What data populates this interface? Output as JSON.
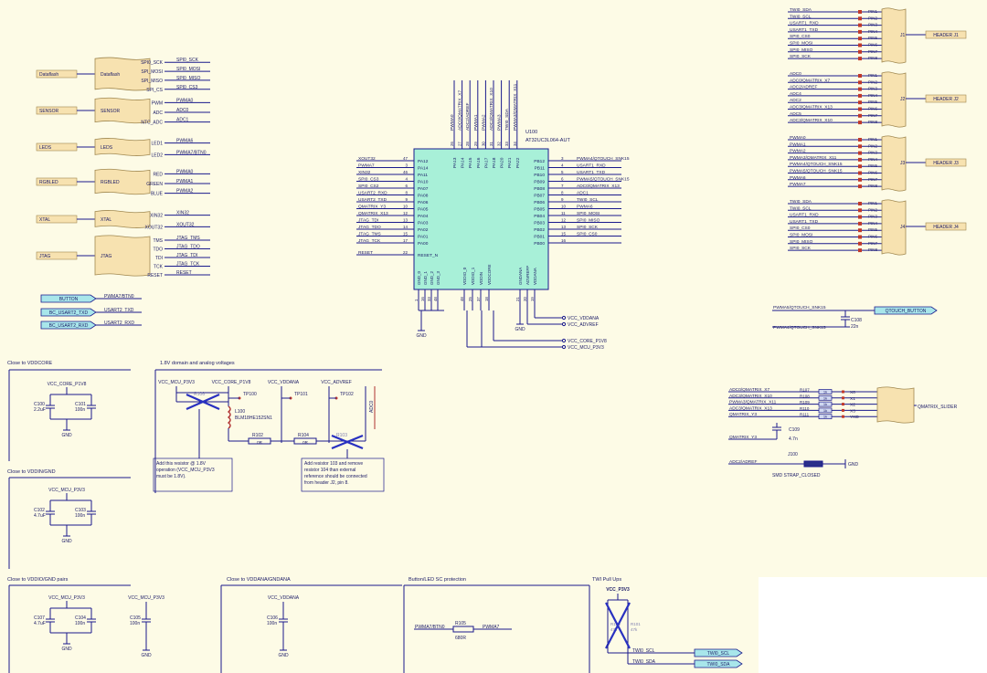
{
  "colors": {
    "background": "#fdfbe6",
    "wire": "#1a1a8c",
    "text": "#1a1a66",
    "chip_fill": "#a8f0d8",
    "sheet_symbol_fill": "#f7e2b0",
    "port_fill": "#a8e6ea",
    "no_populate_cross": "#2830c0",
    "power_label": "#1a1a66",
    "header_marker": "#c0392b"
  },
  "left_blocks": [
    {
      "name": "Dataflash",
      "label": "Dataflash",
      "pins": [
        "SPI0_SCK",
        "SPI_MOSI",
        "SPI_MISO",
        "SPI_CS"
      ],
      "nets": [
        "SPI0_SCK",
        "SPI0_MOSI",
        "SPI0_MISO",
        "SPI0_CS3"
      ]
    },
    {
      "name": "SENSOR",
      "label": "SENSOR",
      "pins": [
        "PWM",
        "ADC",
        "NTC_ADC"
      ],
      "nets": [
        "PWMA0",
        "ADC0",
        "ADC1"
      ]
    },
    {
      "name": "LEDS",
      "label": "LEDS",
      "pins": [
        "LED1",
        "LED2"
      ],
      "nets": [
        "PWMA6",
        "PWMA7/BTN0"
      ]
    },
    {
      "name": "RGBLED",
      "label": "RGBLED",
      "pins": [
        "RED",
        "GREEN",
        "BLUE"
      ],
      "nets": [
        "PWMA0",
        "PWMA1",
        "PWMA2"
      ]
    },
    {
      "name": "XTAL",
      "label": "XTAL",
      "pins": [
        "XIN32",
        "XOUT32"
      ],
      "nets": [
        "XIN32",
        "XOUT32"
      ]
    },
    {
      "name": "JTAG",
      "label": "JTAG",
      "pins": [
        "TMS",
        "TDO",
        "TDI",
        "TCK",
        "RESET"
      ],
      "nets": [
        "JTAG_TMS",
        "JTAG_TDO",
        "JTAG_TDI",
        "JTAG_TCK",
        "RESET"
      ]
    }
  ],
  "left_ports": [
    {
      "label": "BUTTON",
      "net": "PWMA7/BTN0"
    },
    {
      "label": "BC_USART2_TXD",
      "net": "USART2_TXD"
    },
    {
      "label": "BC_USART2_RXD",
      "net": "USART2_RXD"
    }
  ],
  "mcu": {
    "ref": "U100",
    "part": "AT32UC3L064-AUT",
    "left_pins": [
      {
        "net": "XOUT32",
        "name": "PA12",
        "num": "47"
      },
      {
        "net": "PWMA7",
        "name": "PA14",
        "num": "3"
      },
      {
        "net": "XIN32",
        "name": "PA11",
        "num": "46"
      },
      {
        "net": "SPI0_CS3",
        "name": "PA10",
        "num": "4"
      },
      {
        "net": "SPI0_CS2",
        "name": "PA07",
        "num": "6"
      },
      {
        "net": "USART2_RXD",
        "name": "PA08",
        "num": "8"
      },
      {
        "net": "USART2_TXD",
        "name": "PA06",
        "num": "9"
      },
      {
        "net": "QMATRIX_Y3",
        "name": "PA05",
        "num": "10"
      },
      {
        "net": "QMATRIX_X13",
        "name": "PA04",
        "num": "12"
      },
      {
        "net": "JTAG_TDI",
        "name": "PA03",
        "num": "13"
      },
      {
        "net": "JTAG_TDO",
        "name": "PA02",
        "num": "14"
      },
      {
        "net": "JTAG_TMS",
        "name": "PA01",
        "num": "15"
      },
      {
        "net": "JTAG_TCK",
        "name": "PA00",
        "num": "17"
      },
      {
        "net": "RESET",
        "name": "RESET_N",
        "num": "22"
      }
    ],
    "right_pins": [
      {
        "name": "PB12",
        "num": "3",
        "net": "PWMA4/QTOUCH_SNK15"
      },
      {
        "name": "PB11",
        "num": "4",
        "net": "USART1_RXD"
      },
      {
        "name": "PB10",
        "num": "5",
        "net": "USART1_TXD"
      },
      {
        "name": "PB09",
        "num": "6",
        "net": "PWMA5/QTOUCH_SNK15"
      },
      {
        "name": "PB08",
        "num": "7",
        "net": "ADC0/QMATRIX_X13"
      },
      {
        "name": "PB07",
        "num": "8",
        "net": "ADC1"
      },
      {
        "name": "PB06",
        "num": "9",
        "net": "TWI0_SCL"
      },
      {
        "name": "PB05",
        "num": "10",
        "net": "PWMA6"
      },
      {
        "name": "PB04",
        "num": "11",
        "net": "SPI0_MOSI"
      },
      {
        "name": "PB03",
        "num": "12",
        "net": "SPI0_MISO"
      },
      {
        "name": "PB02",
        "num": "13",
        "net": "SPI0_SCK"
      },
      {
        "name": "PB01",
        "num": "15",
        "net": "SPI0_CS0"
      },
      {
        "name": "PB00",
        "num": "16",
        "net": ""
      }
    ],
    "top_pins": [
      {
        "name": "PA13",
        "num": "26",
        "net": "PWMA0"
      },
      {
        "name": "PA14",
        "num": "27",
        "net": "ADC0/QMATRIX_X7"
      },
      {
        "name": "PA15",
        "num": "28",
        "net": "ADC2/ADREF"
      },
      {
        "name": "PA16",
        "num": "29",
        "net": "PWMA1"
      },
      {
        "name": "PA17",
        "num": "30",
        "net": "PWMA2"
      },
      {
        "name": "PA18",
        "num": "31",
        "net": "ADC3/QMATRIX_X10"
      },
      {
        "name": "PA20",
        "num": "32",
        "net": "PWMA3"
      },
      {
        "name": "PA21",
        "num": "33",
        "net": "TWI0_SDA"
      },
      {
        "name": "PA22",
        "num": "34",
        "net": "PWMA3/QMATRIX_X11"
      }
    ],
    "bottom_left_pins": [
      {
        "name": "GND_0",
        "num": "1"
      },
      {
        "name": "GND_1",
        "num": "16"
      },
      {
        "name": "GND_2",
        "num": "33"
      },
      {
        "name": "GND_3",
        "num": "48"
      },
      {
        "name": "VDDIO_0",
        "num": "48"
      },
      {
        "name": "VDDIO_1",
        "num": "25"
      },
      {
        "name": "VDDIN",
        "num": "37"
      },
      {
        "name": "VDDCORE",
        "num": "18"
      }
    ],
    "bottom_right_pins": [
      {
        "name": "GNDANA",
        "num": "21"
      },
      {
        "name": "ADVREFP",
        "num": "20"
      },
      {
        "name": "VDDANA",
        "num": "19"
      }
    ],
    "gnd_label": "GND",
    "rails": [
      "VCC_VDDANA",
      "VCC_ADVREF",
      "VCC_CORE_P1V8",
      "VCC_MCU_P3V3"
    ]
  },
  "headers": [
    {
      "ref": "J1",
      "label": "HEADER J1",
      "nets": [
        "TWI0_SDA",
        "TWI0_SCL",
        "USART1_RXD",
        "USART1_TXD",
        "SPI0_CS0",
        "SPI0_MOSI",
        "SPI0_MISO",
        "SPI0_SCK"
      ],
      "pins": [
        "PIN1",
        "PIN2",
        "PIN3",
        "PIN4",
        "PIN5",
        "PIN6",
        "PIN7",
        "PIN8"
      ]
    },
    {
      "ref": "J2",
      "label": "HEADER J2",
      "nets": [
        "ADC0",
        "ADC0/QMATRIX_X7",
        "ADC2/ADREF",
        "ADC4",
        "ADC2",
        "ADC3/QMATRIX_X13",
        "ADC5",
        "ADC3/QMATRIX_X10"
      ],
      "pins": [
        "PIN1",
        "PIN2",
        "PIN3",
        "PIN4",
        "PIN5",
        "PIN6",
        "PIN7",
        "PIN8"
      ]
    },
    {
      "ref": "J3",
      "label": "HEADER J3",
      "nets": [
        "PWMA0",
        "PWMA1",
        "PWMA2",
        "PWMA3/QMATRIX_X11",
        "PWMA4/QTOUCH_SNK15",
        "PWMA5/QTOUCH_SNK15",
        "PWMA6",
        "PWMA7"
      ],
      "pins": [
        "PIN1",
        "PIN2",
        "PIN3",
        "PIN4",
        "PIN5",
        "PIN6",
        "PIN7",
        "PIN8"
      ]
    },
    {
      "ref": "J4",
      "label": "HEADER J4",
      "nets": [
        "TWI0_SDA",
        "TWI0_SCL",
        "USART1_RXD",
        "USART1_TXD",
        "SPI0_CS0",
        "SPI0_MOSI",
        "SPI0_MISO",
        "SPI0_SCK"
      ],
      "pins": [
        "PIN1",
        "PIN2",
        "PIN3",
        "PIN4",
        "PIN5",
        "PIN6",
        "PIN7",
        "PIN8"
      ]
    }
  ],
  "qtouch": {
    "port": "QTOUCH_BUTTON",
    "net1": "PWMA5/QTOUCH_SNK15",
    "net2": "PWMA4/QTOUCH_SNK15",
    "cap_ref": "C108",
    "cap_val": "22n"
  },
  "qslider": {
    "label": "QMATRIX_SLIDER",
    "nets": [
      "ADC0/QMATRIX_X7",
      "ADC3/QMATRIX_X10",
      "PWMA3/QMATRIX_X11",
      "ADC3/QMATRIX_X13",
      "QMATRIX_Y3"
    ],
    "resistors": [
      "R107",
      "R108",
      "R109",
      "R110",
      "R111"
    ],
    "res_val": "1k",
    "pins": [
      "X0",
      "X1",
      "X2",
      "X3",
      "YKD"
    ],
    "cap_net": "QMATRIX_Y3",
    "cap_ref": "C109",
    "cap_val": "4.7n"
  },
  "jumper": {
    "ref": "J100",
    "net": "ADC2/ADREF",
    "label": "SMD STRAP_CLOSED",
    "gnd": "GND"
  },
  "decoupling": [
    {
      "title": "Close to VDDCORE",
      "rail": "VCC_CORE_P1V8",
      "caps": [
        {
          "ref": "C100",
          "val": "2.2uF"
        },
        {
          "ref": "C101",
          "val": "100n"
        }
      ],
      "gnd": "GND"
    },
    {
      "title": "Close to VDDIN/GND",
      "rail": "VCC_MCU_P3V3",
      "caps": [
        {
          "ref": "C102",
          "val": "4.7uF"
        },
        {
          "ref": "C103",
          "val": "100n"
        }
      ],
      "gnd": "GND"
    },
    {
      "title": "Close to VDDIO/GND pairs",
      "rail": "VCC_MCU_P3V3",
      "caps": [
        {
          "ref": "C107",
          "val": "4.7uF"
        },
        {
          "ref": "C104",
          "val": "100n"
        }
      ],
      "gnd": "GND"
    }
  ],
  "decoupling_extra": {
    "rail": "VCC_MCU_P3V3",
    "cap_ref": "C105",
    "cap_val": "100n",
    "gnd": "GND"
  },
  "vddana": {
    "title": "Close to VDDANA/GNDANA",
    "rail": "VCC_VDDANA",
    "cap_ref": "C106",
    "cap_val": "100n",
    "gnd": "GND"
  },
  "analog": {
    "title": "1.8V domain and analog voltages",
    "rails": [
      "VCC_MCU_P3V3",
      "VCC_CORE_P1V8",
      "VCC_VDDANA",
      "VCC_ADVREF"
    ],
    "testpoints": [
      "TP100",
      "TP101",
      "TP102"
    ],
    "r106": "R106",
    "inductor_ref": "L100",
    "inductor_val": "BLM18HE152SN1",
    "r102": "R102",
    "r102_val": "0R",
    "r104": "R104",
    "r104_val": "0R",
    "r103": "R103",
    "adc_net": "ADC0",
    "note1": [
      "Add this resistor @ 1.8V",
      "operation (VCC_MCU_P3V3",
      "must be 1.8V)."
    ],
    "note2": [
      "Add resistor 103 and remove",
      "resistor 104 than external",
      "reference should be connected",
      "from header J2, pin 8."
    ]
  },
  "button_protection": {
    "title": "Button/LED SC protection",
    "net_in": "PWMA7/BTN0",
    "net_out": "PWMA7",
    "ref": "R105",
    "val": "680R"
  },
  "pullups": {
    "title": "TWI Pull Ups",
    "rail": "VCC_P3V3",
    "r1": "R100",
    "r1_val": "47k",
    "r2": "R101",
    "r2_val": "47k",
    "nets": [
      "TWI0_SCL",
      "TWI0_SDA"
    ],
    "ports": [
      "TWI0_SCL",
      "TWI0_SDA"
    ]
  }
}
